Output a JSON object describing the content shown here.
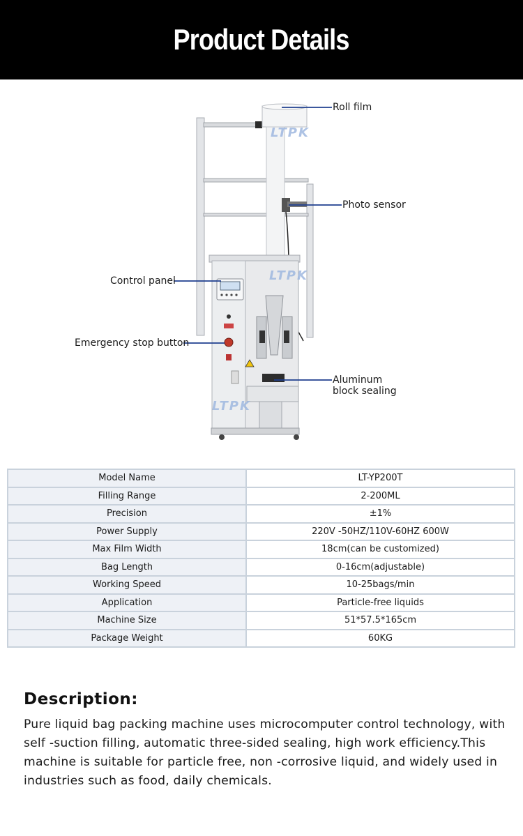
{
  "header": {
    "title": "Product Details"
  },
  "diagram": {
    "watermark": "LTPK",
    "callouts": {
      "roll_film": "Roll film",
      "photo_sensor": "Photo sensor",
      "control_panel": "Control panel",
      "emergency_stop": "Emergency stop button",
      "aluminum_line1": "Aluminum",
      "aluminum_line2": "block sealing"
    },
    "colors": {
      "callout_line": "#1f3f8f",
      "watermark": "#9fb8e0"
    }
  },
  "specs": {
    "rows": [
      {
        "key": "Model Name",
        "value": "LT-YP200T"
      },
      {
        "key": "Filling Range",
        "value": "2-200ML"
      },
      {
        "key": "Precision",
        "value": "±1%"
      },
      {
        "key": "Power Supply",
        "value": "220V -50HZ/110V-60HZ 600W"
      },
      {
        "key": "Max Film Width",
        "value": "18cm(can be customized)"
      },
      {
        "key": "Bag Length",
        "value": "0-16cm(adjustable)"
      },
      {
        "key": "Working Speed",
        "value": "10-25bags/min"
      },
      {
        "key": "Application",
        "value": "Particle-free liquids"
      },
      {
        "key": "Machine Size",
        "value": "51*57.5*165cm"
      },
      {
        "key": "Package Weight",
        "value": "60KG"
      }
    ]
  },
  "description": {
    "title": "Description:",
    "body": "Pure liquid bag packing machine uses microcomputer control technology, with self -suction filling, automatic three-sided sealing, high work efficiency.This machine is suitable for particle free, non -corrosive liquid, and widely used in industries such as food, daily chemicals."
  }
}
